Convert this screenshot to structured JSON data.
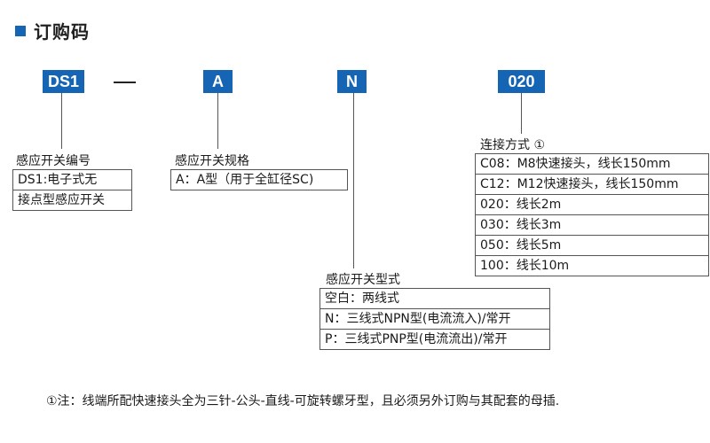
{
  "header": {
    "title": "订购码"
  },
  "codes": {
    "c1": "DS1",
    "dash": "—",
    "c2": "A",
    "c3": "N",
    "c4": "020"
  },
  "groups": {
    "g1": {
      "title": "感应开关编号",
      "options": [
        "DS1:电子式无",
        "接点型感应开关"
      ]
    },
    "g2": {
      "title": "感应开关规格",
      "options": [
        "A：A型（用于全缸径SC)"
      ]
    },
    "g3": {
      "title": "感应开关型式",
      "options": [
        "空白：两线式",
        "N：三线式NPN型(电流流入)/常开",
        "P：三线式PNP型(电流流出)/常开"
      ]
    },
    "g4": {
      "title": "连接方式 ①",
      "options": [
        "C08：M8快速接头，线长150mm",
        "C12：M12快速接头，线长150mm",
        "020：线长2m",
        "030：线长3m",
        "050：线长5m",
        "100：线长10m"
      ]
    }
  },
  "footnote": "①注：线端所配快速接头全为三针-公头-直线-可旋转螺牙型，且必须另外订购与其配套的母插.",
  "colors": {
    "accent": "#1565b4"
  }
}
